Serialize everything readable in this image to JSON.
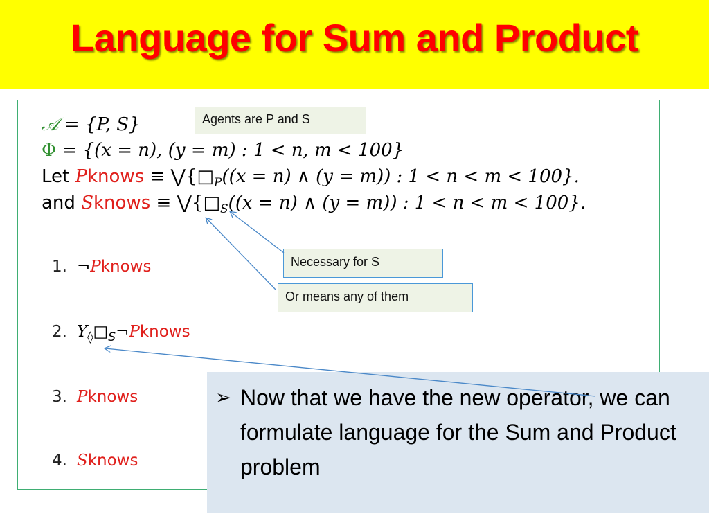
{
  "slide": {
    "title": "Language for Sum and Product"
  },
  "formulas": {
    "line1": {
      "sym": "𝒜",
      "rest": " = {P, S}"
    },
    "line2": {
      "sym": "Φ",
      "rest": " = {(x = n), (y = m) : 1 < n, m < 100}"
    },
    "line3": {
      "prefix": "Let ",
      "red": "P",
      "redword": "knows",
      "rest": " ≡ ⋁{□",
      "sub": "P",
      "tail": "((x = n) ∧ (y = m)) : 1 < n < m < 100}."
    },
    "line4": {
      "prefix": "and ",
      "red": "S",
      "redword": "knows",
      "rest": " ≡ ⋁{□",
      "sub": "S",
      "tail": "((x = n) ∧ (y = m)) : 1 < n < m < 100}."
    }
  },
  "items": [
    {
      "num": "1.",
      "pre": "¬",
      "red": "P",
      "word": "knows"
    },
    {
      "num": "2.",
      "pre": "Y",
      "sub": "◊",
      "mid": "□",
      "sub2": "S",
      "neg": "¬",
      "red": "P",
      "word": "knows"
    },
    {
      "num": "3.",
      "pre": "",
      "red": "P",
      "word": "knows"
    },
    {
      "num": "4.",
      "pre": "",
      "red": "S",
      "word": "knows"
    }
  ],
  "callouts": {
    "agents": "Agents are P and S",
    "necessary": "Necessary for S",
    "or_means": "Or means any of them"
  },
  "note": {
    "bullet": "➢",
    "text": "Now that we have the new operator, we can formulate language for the Sum and Product problem"
  },
  "colors": {
    "title_bg": "#ffff00",
    "title_text": "#ff0000",
    "accent_red": "#e0201c",
    "note_bg": "#dce6f0",
    "callout_border": "#4a98d8",
    "formula_border": "#3fae73"
  }
}
